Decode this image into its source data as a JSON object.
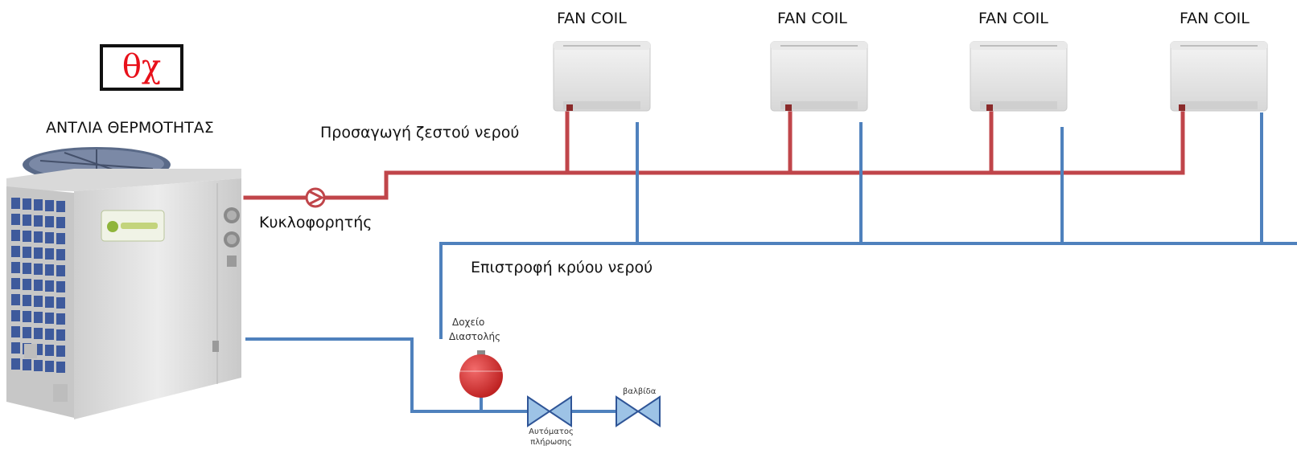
{
  "heatpump": {
    "label": "ΑΝΤΛΙΑ ΘΕΡΜΟΤΗΤΑΣ",
    "symbol": "θχ"
  },
  "fan_coils": [
    {
      "label": "FAN COIL"
    },
    {
      "label": "FAN COIL"
    },
    {
      "label": "FAN COIL"
    },
    {
      "label": "FAN COIL"
    }
  ],
  "labels": {
    "supply": "Προσαγωγή ζεστού νερού",
    "return": "Επιστροφή κρύου νερού",
    "pump": "Κυκλοφορητής",
    "tank_line1": "Δοχείο",
    "tank_line2": "Διαστολής",
    "valve": "βαλβίδα",
    "autofill_line1": "Αυτόματος",
    "autofill_line2": "πλήρωσης"
  },
  "colors": {
    "hot_pipe": "#c0454a",
    "cold_pipe": "#4f81bd",
    "tank": "#d42a2a",
    "valve": "#5b9bd5"
  }
}
